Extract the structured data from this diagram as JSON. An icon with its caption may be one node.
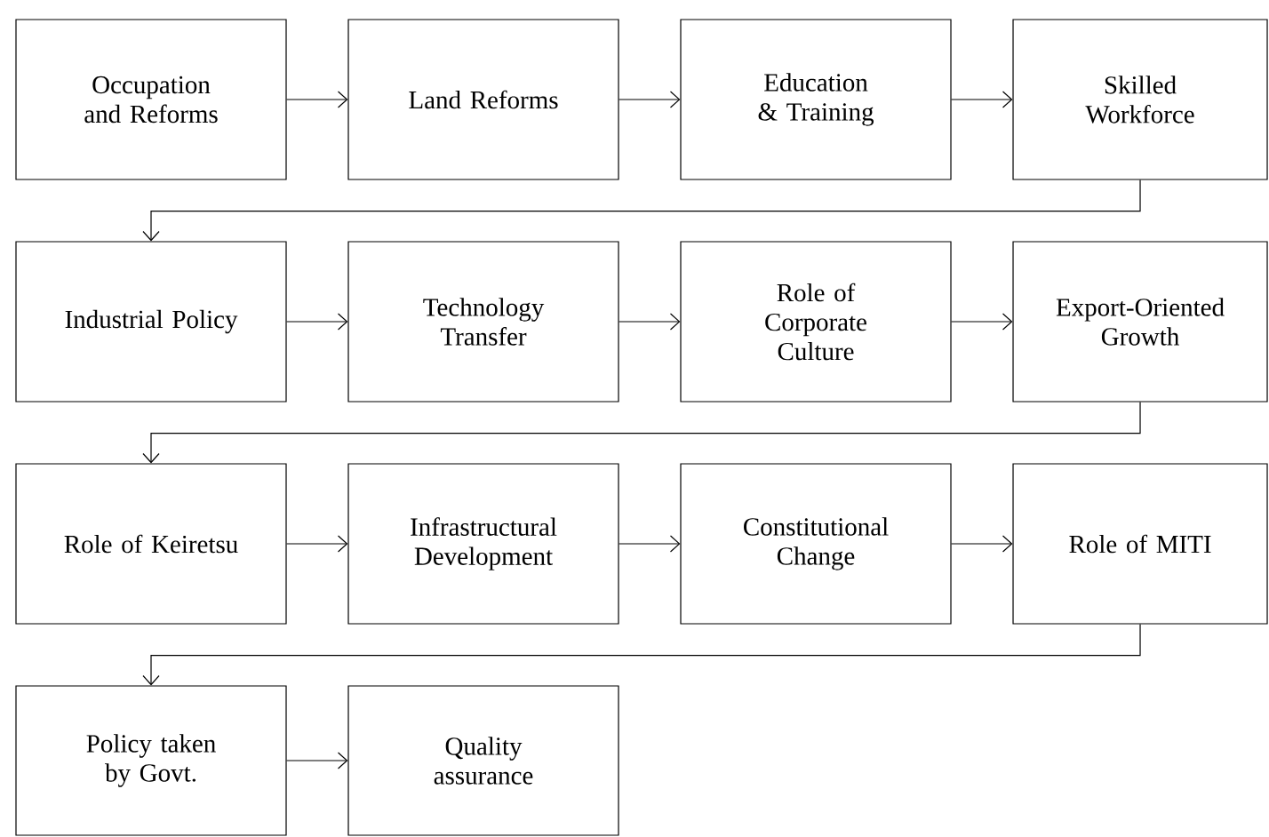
{
  "diagram": {
    "nodes": [
      {
        "text": [
          "Occupation and Reforms"
        ]
      },
      {
        "text": [
          "Land Reforms"
        ]
      },
      {
        "text": [
          "Education & Training"
        ]
      },
      {
        "text": [
          "Skilled Workforce"
        ]
      },
      {
        "text": [
          "Industrial Policy"
        ]
      },
      {
        "text": [
          "Technology Transfer"
        ]
      },
      {
        "text": [
          "Role of Corporate Culture"
        ]
      },
      {
        "text": [
          "Export-Oriented Growth"
        ]
      },
      {
        "text": [
          "Role of Keiretsu"
        ]
      },
      {
        "text": [
          "Infrastructural Development"
        ]
      },
      {
        "text": [
          "Constitutional Change"
        ]
      },
      {
        "text": [
          "Role of MITI"
        ]
      },
      {
        "text": [
          "Policy taken by Govt."
        ]
      },
      {
        "text": [
          "Quality assurance"
        ]
      }
    ],
    "edges": [
      {
        "from": 0,
        "to": 1,
        "arrow": "to"
      },
      {
        "from": 1,
        "to": 2,
        "arrow": "to"
      },
      {
        "from": 2,
        "to": 3,
        "arrow": "to"
      },
      {
        "from": 3,
        "to": 4,
        "arrow": "to"
      },
      {
        "from": 4,
        "to": 5,
        "arrow": "to"
      },
      {
        "from": 5,
        "to": 6,
        "arrow": "to"
      },
      {
        "from": 6,
        "to": 7,
        "arrow": "to"
      },
      {
        "from": 7,
        "to": 8,
        "arrow": "to"
      },
      {
        "from": 8,
        "to": 9,
        "arrow": "to"
      },
      {
        "from": 9,
        "to": 10,
        "arrow": "to"
      },
      {
        "from": 10,
        "to": 11,
        "arrow": "to"
      },
      {
        "from": 11,
        "to": 12,
        "arrow": "to"
      },
      {
        "from": 12,
        "to": 13,
        "arrow": "to"
      }
    ]
  }
}
